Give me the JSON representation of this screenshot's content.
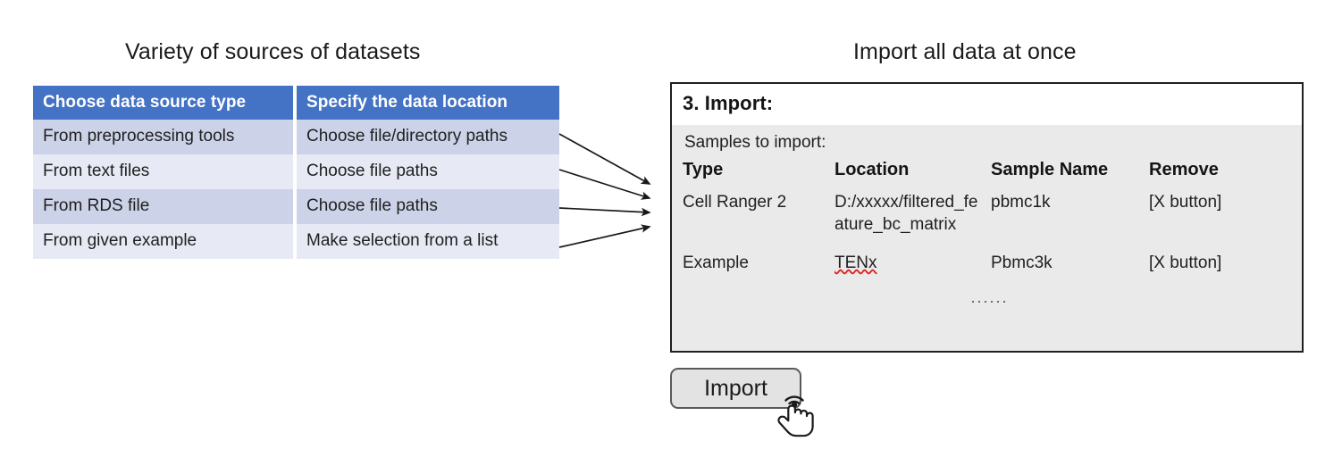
{
  "titles": {
    "left": "Variety of sources of datasets",
    "right": "Import all data at once"
  },
  "colors": {
    "table_header_bg": "#4472c4",
    "table_header_text": "#ffffff",
    "row_band_dark": "#ccd3e8",
    "row_band_light": "#e7eaf4",
    "panel_border": "#202020",
    "panel_body_bg": "#eaeaea",
    "panel_header_bg": "#ffffff",
    "button_bg": "#e3e3e3",
    "button_border": "#5a5a5a",
    "spellcheck_underline": "#e02020",
    "arrow_stroke": "#1a1a1a"
  },
  "source_table": {
    "headers": [
      "Choose data source type",
      "Specify the data location"
    ],
    "rows": [
      {
        "type": "From preprocessing tools",
        "location": "Choose file/directory paths"
      },
      {
        "type": "From text files",
        "location": "Choose file paths"
      },
      {
        "type": "From RDS file",
        "location": "Choose file paths"
      },
      {
        "type": "From given example",
        "location": "Make selection from a list"
      }
    ]
  },
  "arrows": {
    "count": 4,
    "description": "four converging arrows from source table rows to import panel"
  },
  "import_panel": {
    "step_title": "3. Import:",
    "samples_label": "Samples to import:",
    "columns": [
      "Type",
      "Location",
      "Sample Name",
      "Remove"
    ],
    "rows": [
      {
        "type": "Cell Ranger 2",
        "location": "D:/xxxxx/filtered_feature_bc_matrix",
        "sample_name": "pbmc1k",
        "remove": "[X button]",
        "location_misspelled": false
      },
      {
        "type": "Example",
        "location": "TENx",
        "sample_name": "Pbmc3k",
        "remove": "[X button]",
        "location_misspelled": true
      }
    ],
    "continuation": "......"
  },
  "import_button": {
    "label": "Import"
  },
  "cursor": {
    "icon": "tap-hand-icon"
  }
}
